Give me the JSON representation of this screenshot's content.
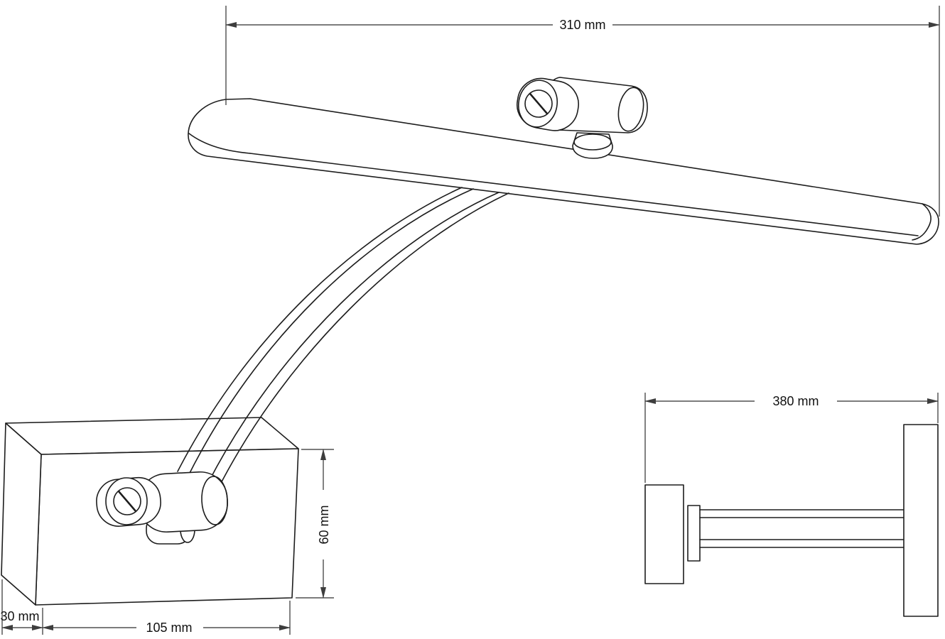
{
  "colors": {
    "background": "#ffffff",
    "line": "#1d1d1d",
    "dimension_line": "#2e2e2e",
    "arrow": "#3d3d3d",
    "text": "#111111"
  },
  "dimensions": {
    "shade_width": "310 mm",
    "overall_depth": "380 mm",
    "base_height": "60 mm",
    "base_width": "105 mm",
    "base_depth": "30 mm"
  }
}
